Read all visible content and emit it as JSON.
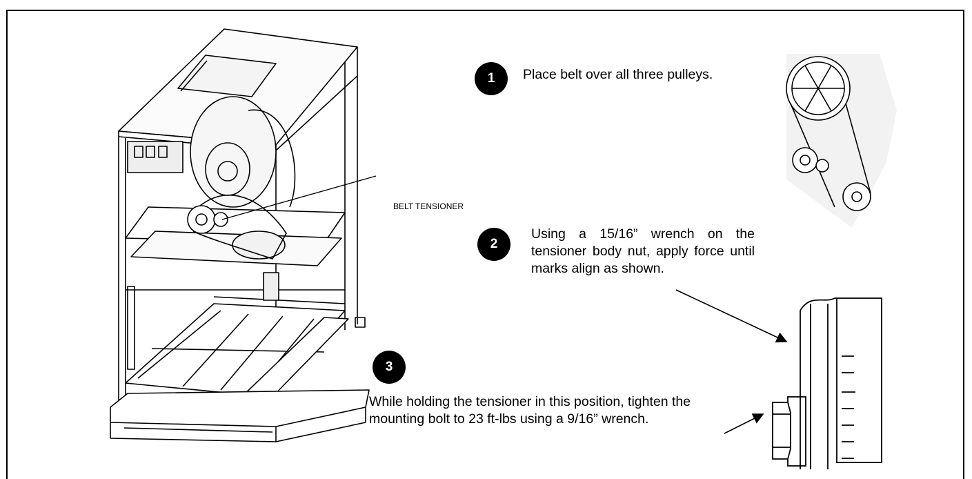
{
  "steps": [
    {
      "number": "1",
      "text": "Place belt over all three pulleys."
    },
    {
      "number": "2",
      "text": "Using a 15/16” wrench on the tensioner body nut, apply force until marks align as shown."
    },
    {
      "number": "3",
      "text": "While holding the tensioner in this position, tighten the mounting bolt to 23 ft-lbs using a 9/16” wrench."
    }
  ],
  "callouts": {
    "belt_tensioner": "BELT TENSIONER"
  }
}
